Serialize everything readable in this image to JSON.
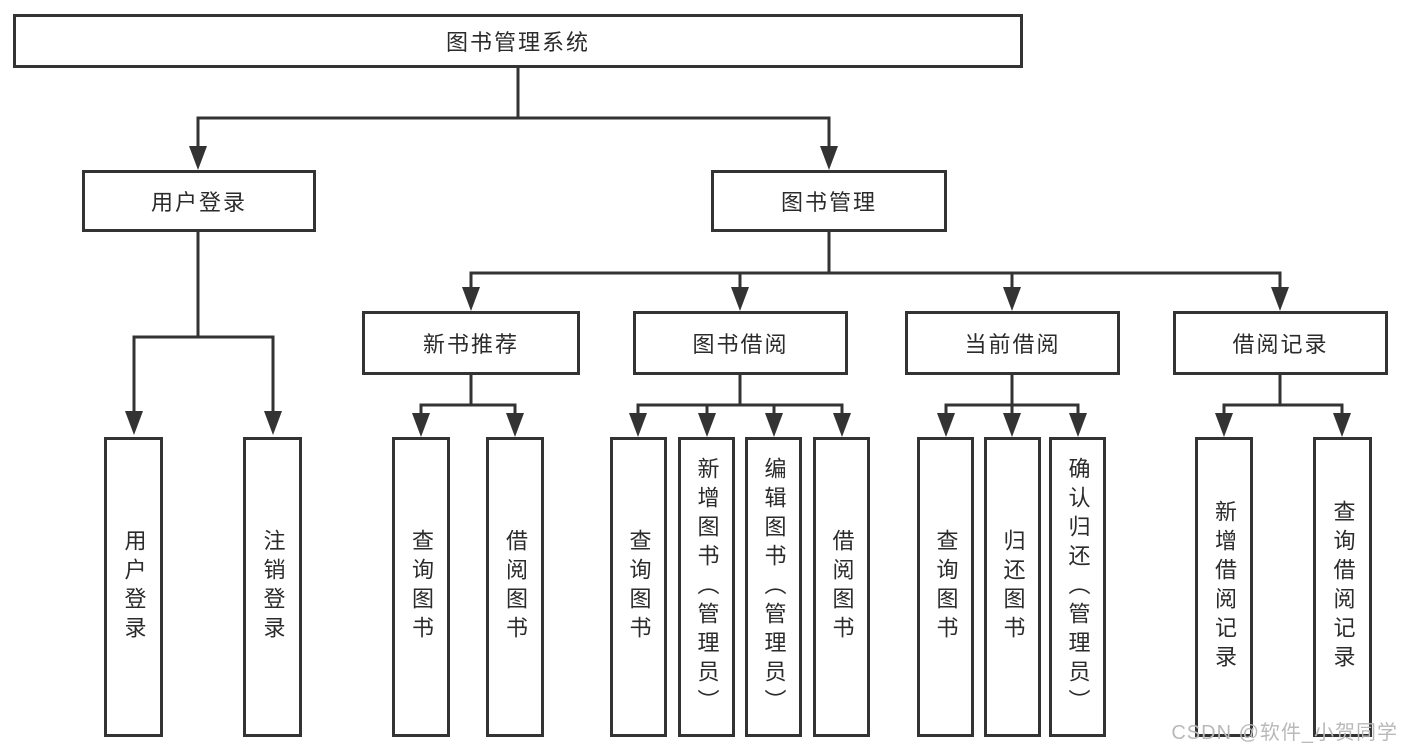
{
  "diagram": {
    "title": "图书管理系统",
    "type": "hierarchy-tree",
    "colors": {
      "line": "#333333",
      "text": "#2b2b2b",
      "background": "#ffffff",
      "watermark": "#b9b9b9"
    },
    "watermark": "CSDN @软件_小贺同学"
  },
  "tree": {
    "root": {
      "label": "图书管理系统",
      "children": [
        {
          "label": "用户登录",
          "children": [
            {
              "label": "用户登录"
            },
            {
              "label": "注销登录"
            }
          ]
        },
        {
          "label": "图书管理",
          "children": [
            {
              "label": "新书推荐",
              "children": [
                {
                  "label": "查询图书"
                },
                {
                  "label": "借阅图书"
                }
              ]
            },
            {
              "label": "图书借阅",
              "children": [
                {
                  "label": "查询图书"
                },
                {
                  "label": "新增图书（管理员）"
                },
                {
                  "label": "编辑图书（管理员）"
                },
                {
                  "label": "借阅图书"
                }
              ]
            },
            {
              "label": "当前借阅",
              "children": [
                {
                  "label": "查询图书"
                },
                {
                  "label": "归还图书"
                },
                {
                  "label": "确认归还（管理员）"
                }
              ]
            },
            {
              "label": "借阅记录",
              "children": [
                {
                  "label": "新增借阅记录"
                },
                {
                  "label": "查询借阅记录"
                }
              ]
            }
          ]
        }
      ]
    }
  }
}
